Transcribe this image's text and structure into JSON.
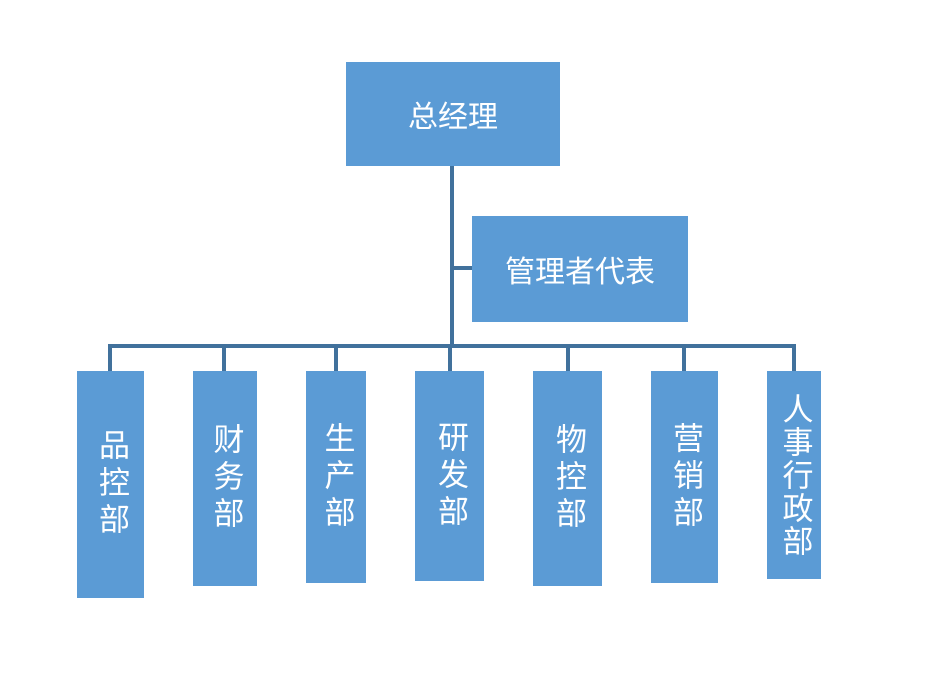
{
  "colors": {
    "box_fill": "#5b9bd5",
    "connector": "#41719c",
    "text": "#ffffff"
  },
  "root": {
    "label": "总经理"
  },
  "staff": {
    "label": "管理者代表"
  },
  "departments": [
    {
      "label": "品控部"
    },
    {
      "label": "财务部"
    },
    {
      "label": "生产部"
    },
    {
      "label": "研发部"
    },
    {
      "label": "物控部"
    },
    {
      "label": "营销部"
    },
    {
      "label": "人事行政部"
    }
  ]
}
